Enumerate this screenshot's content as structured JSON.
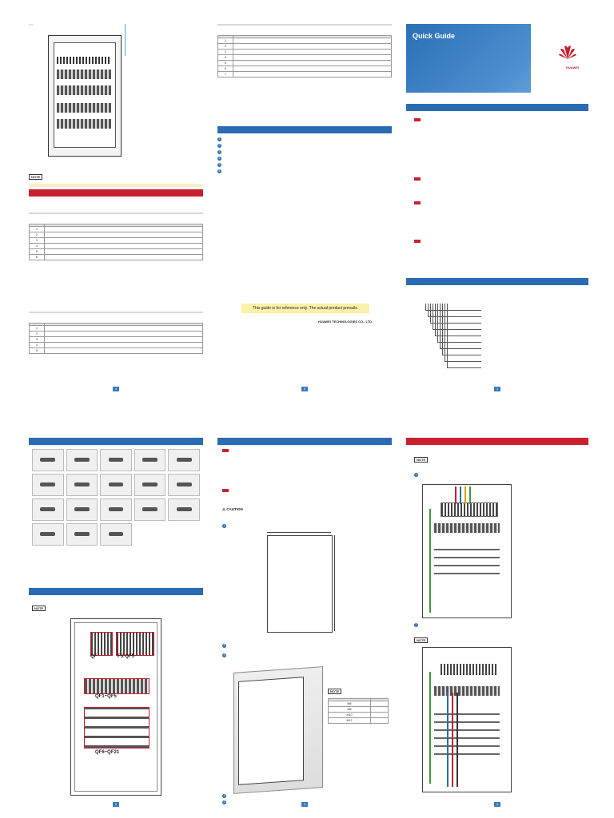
{
  "page1": {
    "label_top": "",
    "front_caption": "",
    "note_label": "NOTE",
    "note_text": "",
    "checking_title": "",
    "checking_intro": "",
    "electrical_title": "",
    "electrical_header": [
      "",
      ""
    ],
    "electrical_rows": [
      [
        "1",
        ""
      ],
      [
        "2",
        ""
      ],
      [
        "3",
        ""
      ],
      [
        "4",
        ""
      ],
      [
        "5",
        ""
      ],
      [
        "6",
        ""
      ]
    ],
    "hardware_title": "",
    "hardware_header": [
      "",
      ""
    ],
    "hardware_rows": [
      [
        "1",
        ""
      ],
      [
        "2",
        ""
      ],
      [
        "3",
        ""
      ],
      [
        "4",
        ""
      ],
      [
        "5",
        ""
      ]
    ],
    "page_number": "4"
  },
  "page2": {
    "cable_title": "",
    "cable_header": [
      "",
      ""
    ],
    "cable_rows": [
      [
        "1",
        ""
      ],
      [
        "2",
        ""
      ],
      [
        "3",
        ""
      ],
      [
        "4",
        ""
      ],
      [
        "5",
        ""
      ],
      [
        "6",
        ""
      ],
      [
        "7",
        ""
      ]
    ],
    "power_title": "",
    "power_steps": [
      {
        "num": "1",
        "text": ""
      },
      {
        "num": "2",
        "text": ""
      },
      {
        "num": "3",
        "text": ""
      },
      {
        "num": "4",
        "text": ""
      },
      {
        "num": "5",
        "text": ""
      },
      {
        "num": "6",
        "text": ""
      }
    ],
    "ref_text": "This guide is for reference only. The actual product prevails.",
    "ref_text_cn": "",
    "company": "HUAWEI TECHNOLOGIES CO., LTD.",
    "address": "",
    "company_cn": "",
    "address_cn": "",
    "page_number": "5"
  },
  "page3": {
    "cover_title": "",
    "cover_subtitle": "Quick Guide",
    "cover_subtitle_cn": "",
    "issue_info": "",
    "brand": "HUAWEI",
    "precautions_title": "",
    "safety_title": "",
    "safety_text": "",
    "local_title": "",
    "local_text": "",
    "personnel_title": "",
    "personnel_text": "",
    "human_title": "",
    "human_text": "",
    "model_title": "",
    "model_intro": "",
    "model_code": "",
    "model_labels": [
      "",
      "",
      "",
      "",
      "",
      "",
      "",
      "",
      "",
      ""
    ],
    "page_number": "1"
  },
  "page4": {
    "tools_title": "",
    "tools": [
      {
        "en": "",
        "cn": ""
      },
      {
        "en": "",
        "cn": ""
      },
      {
        "en": "",
        "cn": ""
      },
      {
        "en": "",
        "cn": ""
      },
      {
        "en": "",
        "cn": ""
      },
      {
        "en": "",
        "cn": ""
      },
      {
        "en": "",
        "cn": ""
      },
      {
        "en": "",
        "cn": ""
      },
      {
        "en": "",
        "cn": ""
      },
      {
        "en": "",
        "cn": ""
      },
      {
        "en": "",
        "cn": ""
      },
      {
        "en": "",
        "cn": ""
      },
      {
        "en": "",
        "cn": ""
      },
      {
        "en": "",
        "cn": ""
      },
      {
        "en": "",
        "cn": ""
      },
      {
        "en": "",
        "cn": ""
      },
      {
        "en": "",
        "cn": ""
      },
      {
        "en": "",
        "cn": ""
      }
    ],
    "layout_title": "",
    "note_label": "NOTE",
    "note_text": "",
    "labels": {
      "qf": "QF",
      "fs": "FS QF5",
      "qf1": "QF1~QF5",
      "qf6": "QF6~QF21",
      "input_breaker": "",
      "terminal": "",
      "spd": "",
      "output": ""
    },
    "front_caption": "",
    "page_number": "2"
  },
  "page5": {
    "install_title": "",
    "checking_title": "",
    "checking_text": "",
    "installing_title": "",
    "caution_label": "CAUTION",
    "caution_text": "",
    "step1": "",
    "unit_label": "",
    "dim_top": "",
    "dim_side": "",
    "rear_caption": "",
    "step2": "",
    "step3": "",
    "note_label": "NOTE",
    "note_text": "",
    "torque_header": [
      "",
      ""
    ],
    "torque_rows": [
      [
        "M6",
        ""
      ],
      [
        "M8",
        ""
      ],
      [
        "M10",
        ""
      ],
      [
        "M12",
        ""
      ]
    ],
    "step4": "",
    "step5": "",
    "page_number": "3"
  },
  "page6": {
    "cables_title": "",
    "note_label": "NOTE",
    "note_text": "",
    "step1": "",
    "front_caption_1": "",
    "step2": "",
    "note_label_2": "NOTE",
    "note_text_2": "",
    "front_caption_2": "",
    "page_number": "4"
  },
  "colors": {
    "red": "#c8202e",
    "blue": "#2a6bb4"
  }
}
